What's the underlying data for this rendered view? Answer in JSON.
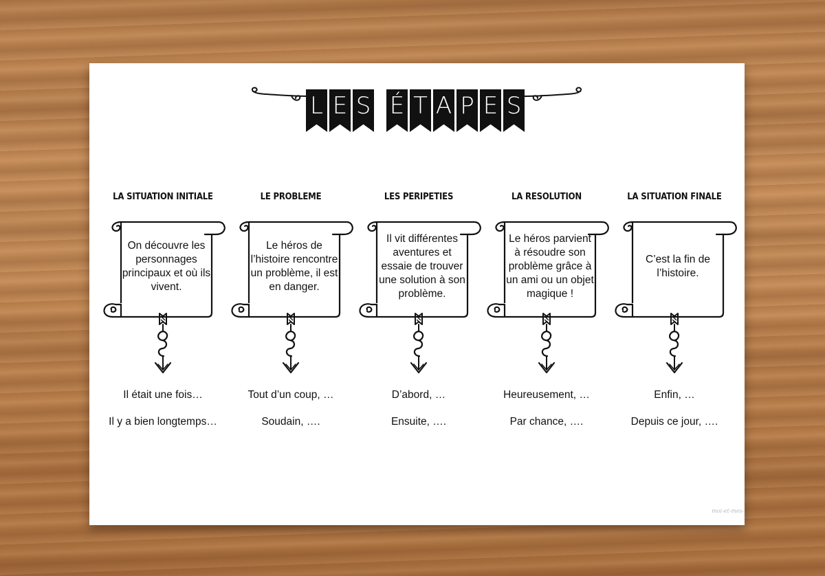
{
  "title": {
    "letters": [
      "L",
      "E",
      "S",
      "",
      "É",
      "T",
      "A",
      "P",
      "E",
      "S"
    ]
  },
  "steps": [
    {
      "title": "LA SITUATION INITIALE",
      "text": "On découvre les personnages principaux et où ils vivent.",
      "phrase1": "Il était une fois…",
      "phrase2": "Il y a bien longtemps…"
    },
    {
      "title": "LE PROBLEME",
      "text": "Le héros de l’histoire rencontre un problème, il est en danger.",
      "phrase1": "Tout d’un coup, …",
      "phrase2": "Soudain, …."
    },
    {
      "title": "LES PERIPETIES",
      "text": "Il vit différentes aventures et essaie de trouver une solution à son problème.",
      "phrase1": "D’abord, …",
      "phrase2": "Ensuite, …."
    },
    {
      "title": "LA RESOLUTION",
      "text": "Le héros parvient à résoudre son problème grâce à un ami ou un objet magique !",
      "phrase1": "Heureusement, …",
      "phrase2": "Par chance, …."
    },
    {
      "title": "LA SITUATION FINALE",
      "text": "C’est la fin de l’histoire.",
      "phrase1": "Enfin, …",
      "phrase2": "Depuis ce jour, …."
    }
  ],
  "watermark": "moi-et-mes-c",
  "colors": {
    "ink": "#111111",
    "paper": "#ffffff",
    "wood": "#b77f4e"
  }
}
